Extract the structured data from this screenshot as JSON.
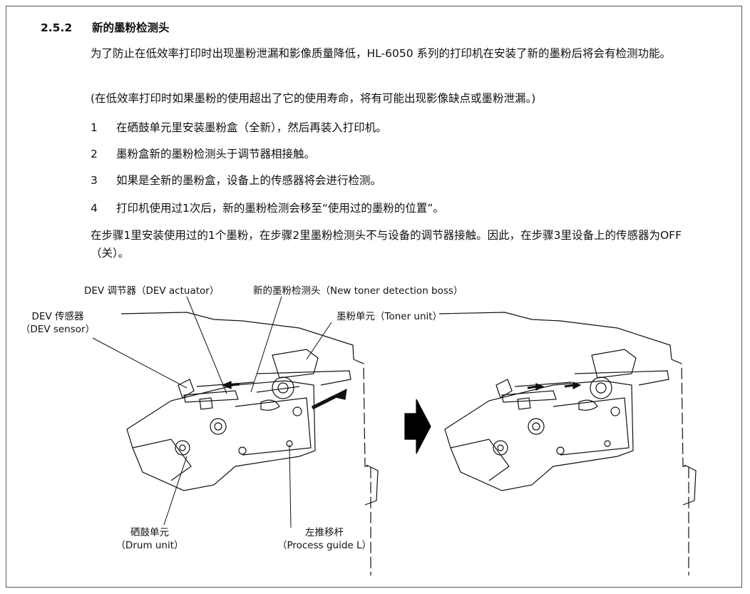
{
  "section": {
    "number": "2.5.2",
    "title": "新的墨粉检测头"
  },
  "intro": "为了防止在低效率打印时出现墨粉泄漏和影像质量降低，HL-6050 系列的打印机在安装了新的墨粉后将会有检测功能。",
  "note": "(在低效率打印时如果墨粉的使用超出了它的使用寿命，将有可能出现影像缺点或墨粉泄漏。)",
  "steps": [
    {
      "num": "1",
      "text": "在硒鼓单元里安装墨粉盒（全新），然后再装入打印机。"
    },
    {
      "num": "2",
      "text": "墨粉盒新的墨粉检测头于调节器相接触。"
    },
    {
      "num": "3",
      "text": "如果是全新的墨粉盒，设备上的传感器将会进行检测。"
    },
    {
      "num": "4",
      "text": "打印机使用过1次后，新的墨粉检测会移至“使用过的墨粉的位置”。"
    }
  ],
  "conclusion": "在步骤1里安装使用过的1个墨粉，在步骤2里墨粉检测头不与设备的调节器接触。因此，在步骤3里设备上的传感器为OFF（关）。",
  "figure_labels": {
    "dev_actuator": "DEV 调节器（DEV actuator）",
    "new_toner_boss": "新的墨粉检测头（New toner detection boss）",
    "dev_sensor_cn": "DEV 传感器",
    "dev_sensor_en": "（DEV sensor）",
    "toner_unit": "墨粉单元（Toner unit）",
    "drum_unit_cn": "硒鼓单元",
    "drum_unit_en": "（Drum unit）",
    "process_guide_cn": "左推移杆",
    "process_guide_en": "（Process guide L）"
  }
}
